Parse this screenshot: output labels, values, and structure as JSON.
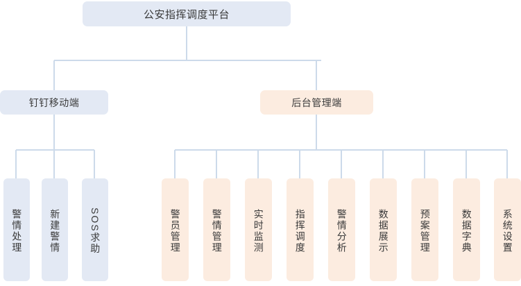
{
  "diagram": {
    "title": "公安指挥调度平台",
    "type": "organization-tree",
    "colors": {
      "blue_fill": "#e3e9f4",
      "orange_fill": "#fcece0",
      "connector": "#ccdaea",
      "text": "#3a3a3a",
      "background": "#ffffff"
    },
    "root": {
      "label": "公安指挥调度平台"
    },
    "branches": [
      {
        "id": "mobile",
        "label": "钉钉移动端",
        "color": "blue",
        "children": [
          {
            "label": "警情处理"
          },
          {
            "label": "新建警情"
          },
          {
            "label": "SOS求助"
          }
        ]
      },
      {
        "id": "backend",
        "label": "后台管理端",
        "color": "orange",
        "children": [
          {
            "label": "警员管理"
          },
          {
            "label": "警情管理"
          },
          {
            "label": "实时监测"
          },
          {
            "label": "指挥调度"
          },
          {
            "label": "警情分析"
          },
          {
            "label": "数据展示"
          },
          {
            "label": "预案管理"
          },
          {
            "label": "数据字典"
          },
          {
            "label": "系统设置"
          }
        ]
      }
    ]
  }
}
